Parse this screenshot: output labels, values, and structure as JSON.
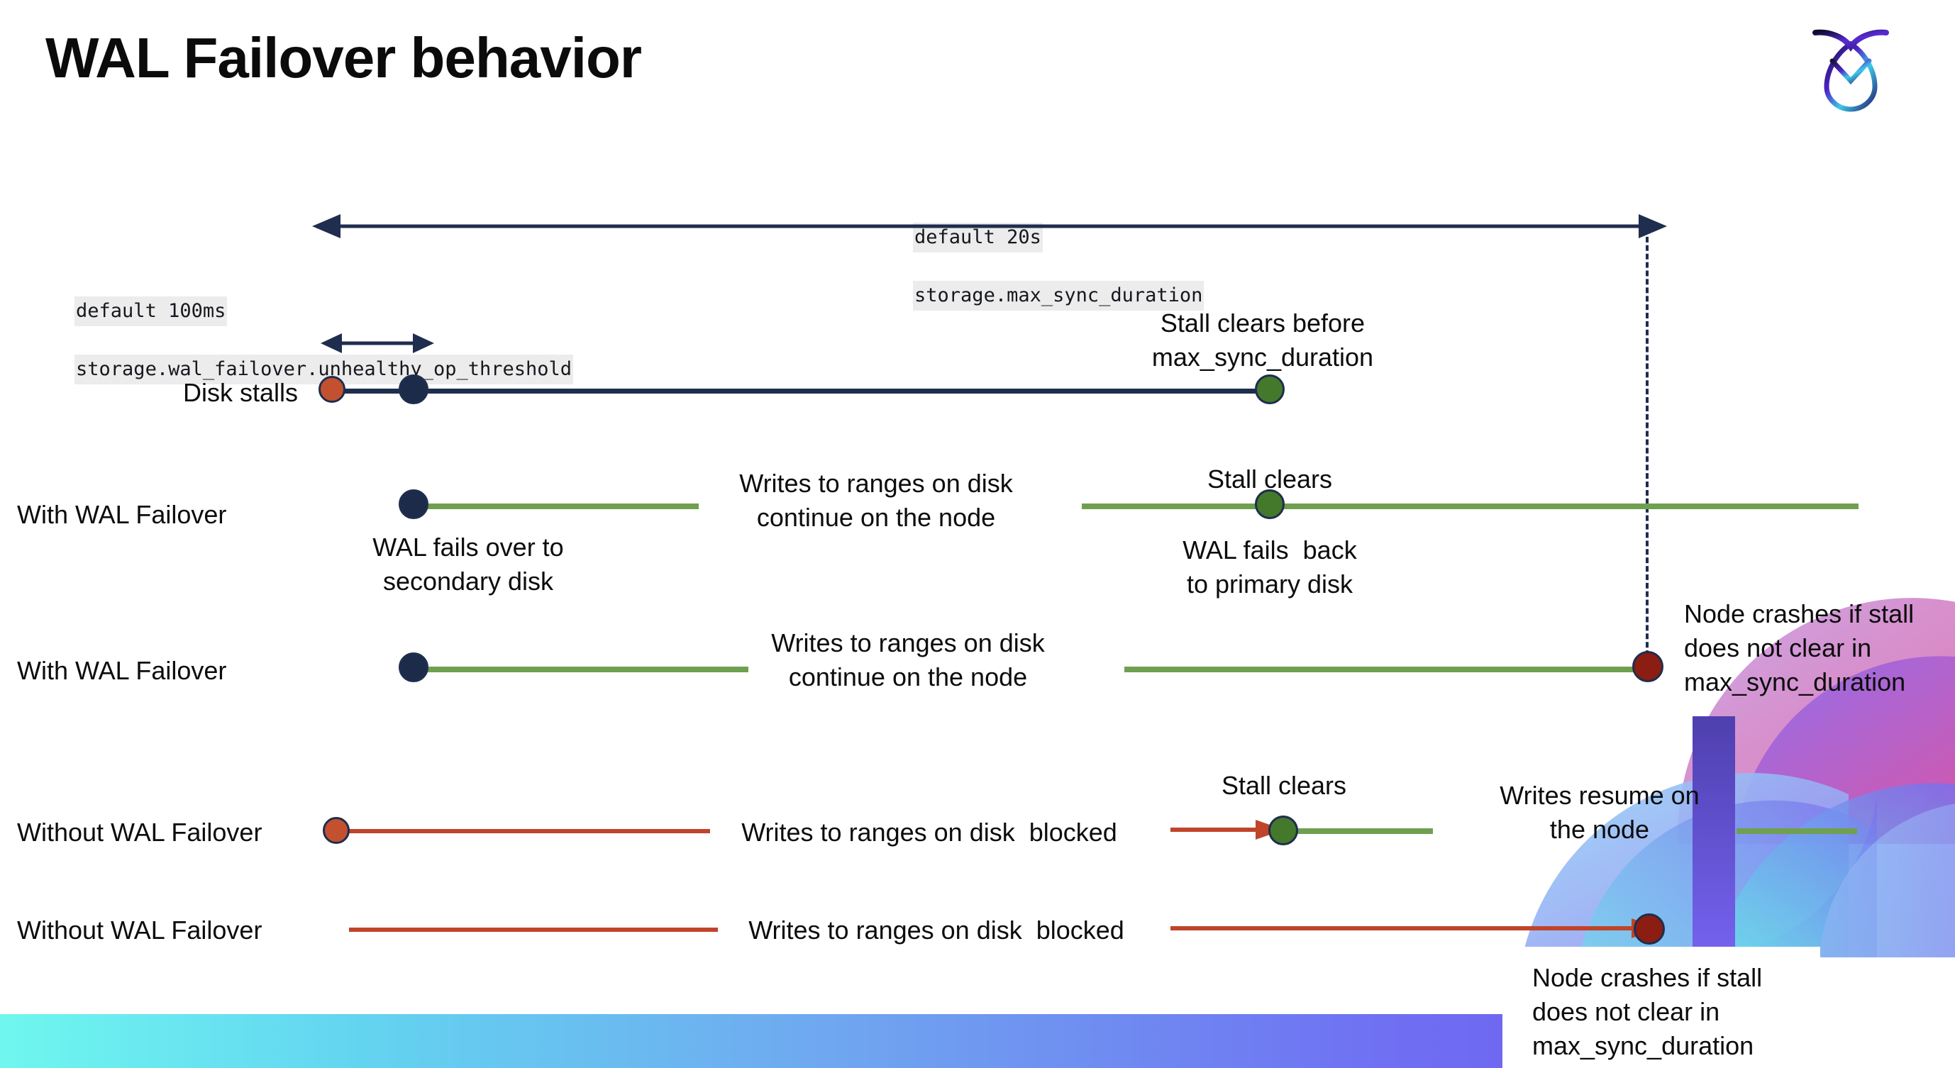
{
  "slide": {
    "title": "WAL Failover behavior",
    "brand_logo": "cockroachdb-logo",
    "accent_colors": {
      "navy": "#1f2d4e",
      "green": "#6fa050",
      "red": "#c0442a",
      "dot_red": "#c35130",
      "dot_green": "#44792c",
      "dot_darkred": "#8b1d12",
      "code_chip_bg": "#ececed"
    }
  },
  "settings": {
    "max_sync_duration": {
      "default_line": "default 20s",
      "name_line": "storage.max_sync_duration"
    },
    "unhealthy_op_threshold": {
      "default_line": "default 100ms",
      "name_line": "storage.wal_failover.unhealthy_op_threshold"
    }
  },
  "rows": [
    {
      "id": "disk-stalls",
      "label": "Disk stalls",
      "annotation": "Stall clears before\nmax_sync_duration"
    },
    {
      "id": "with-wal-failover-clears",
      "label": "With WAL Failover",
      "note_above": "Writes to ranges on disk\ncontinue on the node",
      "note_below": "WAL fails over to\nsecondary disk",
      "marker_above": "Stall clears",
      "marker_below": "WAL fails  back\nto primary disk"
    },
    {
      "id": "with-wal-failover-crash",
      "label": "With WAL Failover",
      "note_above": "Writes to ranges on disk\ncontinue on the node",
      "crash_note": "Node crashes if stall\ndoes not clear in\nmax_sync_duration"
    },
    {
      "id": "without-wal-failover-clears",
      "label": "Without WAL Failover",
      "note_mid": "Writes to ranges on disk  blocked",
      "marker_above": "Stall clears",
      "note_right": "Writes resume on\nthe node"
    },
    {
      "id": "without-wal-failover-crash",
      "label": "Without WAL Failover",
      "note_mid": "Writes to ranges on disk  blocked",
      "crash_note": "Node crashes if stall\ndoes not clear in\nmax_sync_duration"
    }
  ]
}
